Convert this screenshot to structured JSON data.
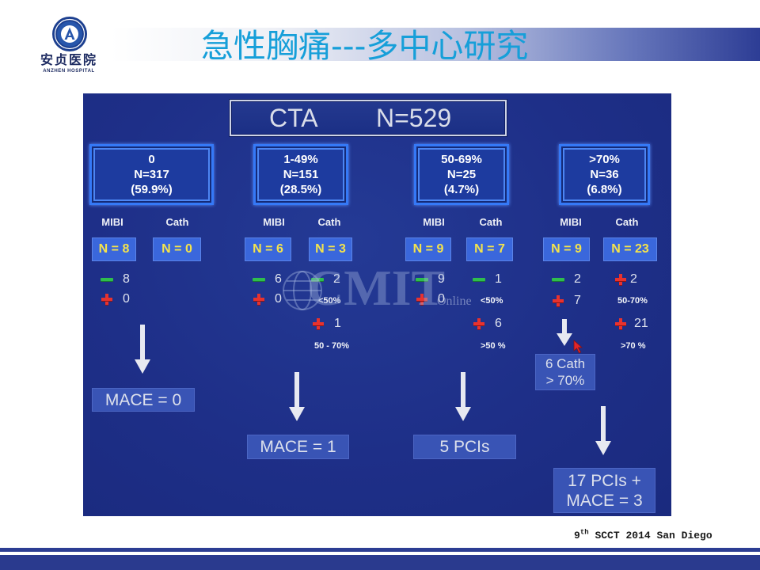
{
  "logo": {
    "name_cn": "安贞医院",
    "name_en": "ANZHEN HOSPITAL"
  },
  "title": "急性胸痛---多中心研究",
  "diagram": {
    "root": {
      "label": "CTA",
      "count": "N=529"
    },
    "groups": [
      {
        "range": "0",
        "n": "N=317",
        "share": "(59.9%)",
        "mibi": {
          "label": "MIBI",
          "count": "N = 8",
          "results": [
            {
              "icon": "minus-icon",
              "value": "8"
            },
            {
              "icon": "plus-icon",
              "value": "0"
            }
          ]
        },
        "cath": {
          "label": "Cath",
          "count": "N = 0",
          "results": []
        },
        "outcomes": [
          {
            "lines": [
              "MACE = 0"
            ]
          }
        ]
      },
      {
        "range": "1-49%",
        "n": "N=151",
        "share": "(28.5%)",
        "mibi": {
          "label": "MIBI",
          "count": "N = 6",
          "results": [
            {
              "icon": "minus-icon",
              "value": "6"
            },
            {
              "icon": "plus-icon",
              "value": "0"
            }
          ]
        },
        "cath": {
          "label": "Cath",
          "count": "N = 3",
          "results": [
            {
              "icon": "minus-icon",
              "value": "2",
              "note": "<50%"
            },
            {
              "icon": "plus-icon",
              "value": "1",
              "note": "50 - 70%"
            }
          ]
        },
        "outcomes": [
          {
            "lines": [
              "MACE = 1"
            ]
          }
        ]
      },
      {
        "range": "50-69%",
        "n": "N=25",
        "share": "(4.7%)",
        "mibi": {
          "label": "MIBI",
          "count": "N = 9",
          "results": [
            {
              "icon": "minus-icon",
              "value": "9"
            },
            {
              "icon": "plus-icon",
              "value": "0"
            }
          ]
        },
        "cath": {
          "label": "Cath",
          "count": "N = 7",
          "results": [
            {
              "icon": "minus-icon",
              "value": "1",
              "note": "<50%"
            },
            {
              "icon": "plus-icon",
              "value": "6",
              "note": ">50 %"
            }
          ]
        },
        "outcomes": [
          {
            "lines": [
              "5 PCIs"
            ]
          }
        ]
      },
      {
        "range": ">70%",
        "n": "N=36",
        "share": "(6.8%)",
        "mibi": {
          "label": "MIBI",
          "count": "N = 9",
          "results": [
            {
              "icon": "minus-icon",
              "value": "2"
            },
            {
              "icon": "plus-icon",
              "value": "7"
            }
          ]
        },
        "cath": {
          "label": "Cath",
          "count": "N = 23",
          "results": [
            {
              "icon": "plus-icon",
              "value": "2",
              "note": "50-70%"
            },
            {
              "icon": "plus-icon",
              "value": "21",
              "note": ">70 %"
            }
          ]
        },
        "outcomes": [
          {
            "lines": [
              "6 Cath",
              "> 70%"
            ]
          },
          {
            "lines": [
              "17 PCIs +",
              "MACE = 3"
            ]
          }
        ]
      }
    ]
  },
  "watermark": {
    "main": "CMIT",
    "sub": "Online"
  },
  "footer": {
    "ordinal": "9",
    "ordinal_suffix": "th",
    "event": "SCCT 2014 San Diego"
  },
  "colors": {
    "title": "#169fd9",
    "panel": "#1e2f88",
    "group_border": "#3579f7",
    "count_text": "#f4e34c",
    "negative_marker": "#2fbe4d",
    "positive_marker": "#e8322e",
    "outcome_box": "#3954b5"
  },
  "icons": {
    "emblem": "hospital-emblem-icon",
    "negative_marker": "minus-icon",
    "positive_marker": "plus-icon",
    "flow_arrow": "arrow-down-icon",
    "pointer": "cursor-icon",
    "watermark_globe": "globe-icon"
  }
}
